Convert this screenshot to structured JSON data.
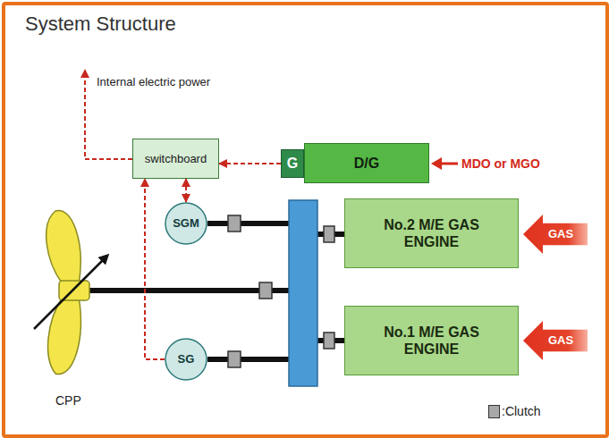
{
  "diagram": {
    "title": "System Structure",
    "nodes": [
      {
        "text": [
          "switchboard"
        ]
      },
      {
        "text": [
          "G"
        ]
      },
      {
        "text": [
          "D/G"
        ]
      },
      {
        "text": [
          "SGM"
        ]
      },
      {
        "text": [
          "No.2 M/E GAS ENGINE"
        ]
      },
      {
        "text": [
          "GAS"
        ]
      },
      {
        "text": [
          "No.1 M/E GAS ENGINE"
        ]
      },
      {
        "text": [
          "GAS"
        ]
      },
      {
        "text": [
          "SG"
        ]
      }
    ],
    "edges": [
      {
        "from": 1,
        "to": 0,
        "arrow": "to"
      },
      {
        "from": 0,
        "to": 3,
        "arrow": "both"
      },
      {
        "from": 8,
        "to": 0,
        "arrow": "to"
      }
    ],
    "labels": [
      "Internal electric power",
      "MDO or MGO",
      "CPP"
    ],
    "legend": [
      {
        "text": ":Clutch",
        "color": "#a8a8a8"
      }
    ]
  }
}
